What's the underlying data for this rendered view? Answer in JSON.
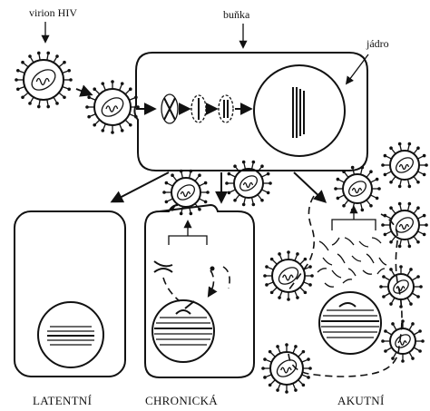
{
  "labels": {
    "virion": "virion HIV",
    "cell": "buňka",
    "nucleus": "jádro"
  },
  "stages": [
    {
      "id": "latent",
      "label": "LATENTNÍ"
    },
    {
      "id": "chronic",
      "label": "CHRONICKÁ"
    },
    {
      "id": "acute",
      "label": "AKUTNÍ"
    }
  ],
  "icons": {
    "virion": "spiky-circle-virion-icon",
    "rna": "rna-squiggle-icon",
    "chromosome": "x-chromosome-icon"
  }
}
